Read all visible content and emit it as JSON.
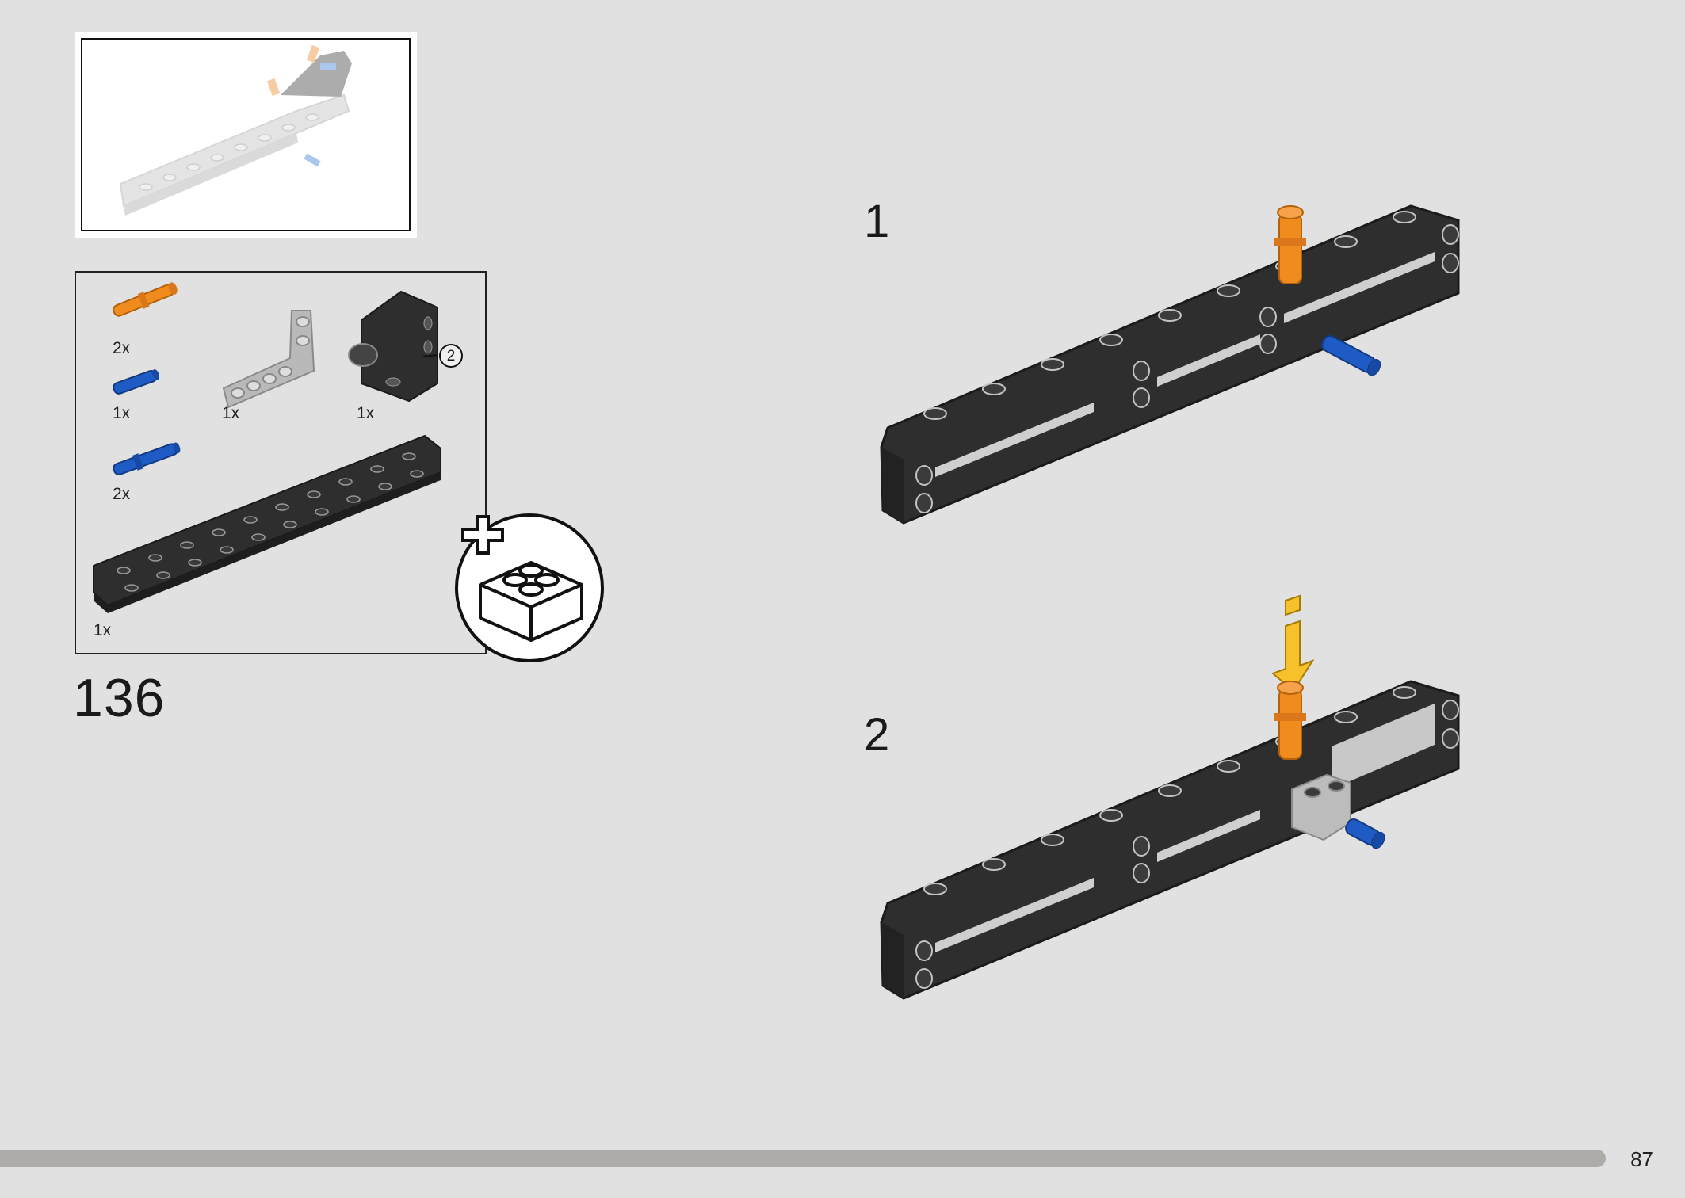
{
  "step": {
    "number": "136",
    "sub_steps": [
      {
        "label": "1"
      },
      {
        "label": "2"
      }
    ]
  },
  "parts_list": {
    "items": [
      {
        "name": "orange-pin",
        "qty": "2x",
        "color": "#f08c1e"
      },
      {
        "name": "blue-pin-short",
        "qty": "1x",
        "color": "#1f5bc4"
      },
      {
        "name": "gray-l-beam",
        "qty": "1x",
        "color": "#9a9a9a"
      },
      {
        "name": "black-connector",
        "qty": "1x",
        "color": "#2b2b2b"
      },
      {
        "name": "blue-pin-long",
        "qty": "2x",
        "color": "#1f5bc4"
      },
      {
        "name": "black-frame",
        "qty": "1x",
        "color": "#2b2b2b"
      }
    ],
    "callout": "2"
  },
  "page": {
    "number": "87",
    "progress": 0.95
  },
  "colors": {
    "background": "#e1e1e1",
    "frame": "#2e2e2e",
    "hole_rim": "#b8b8b8",
    "orange": "#f08c1e",
    "blue": "#1f5bc4",
    "arrow": "#f6c12a"
  }
}
